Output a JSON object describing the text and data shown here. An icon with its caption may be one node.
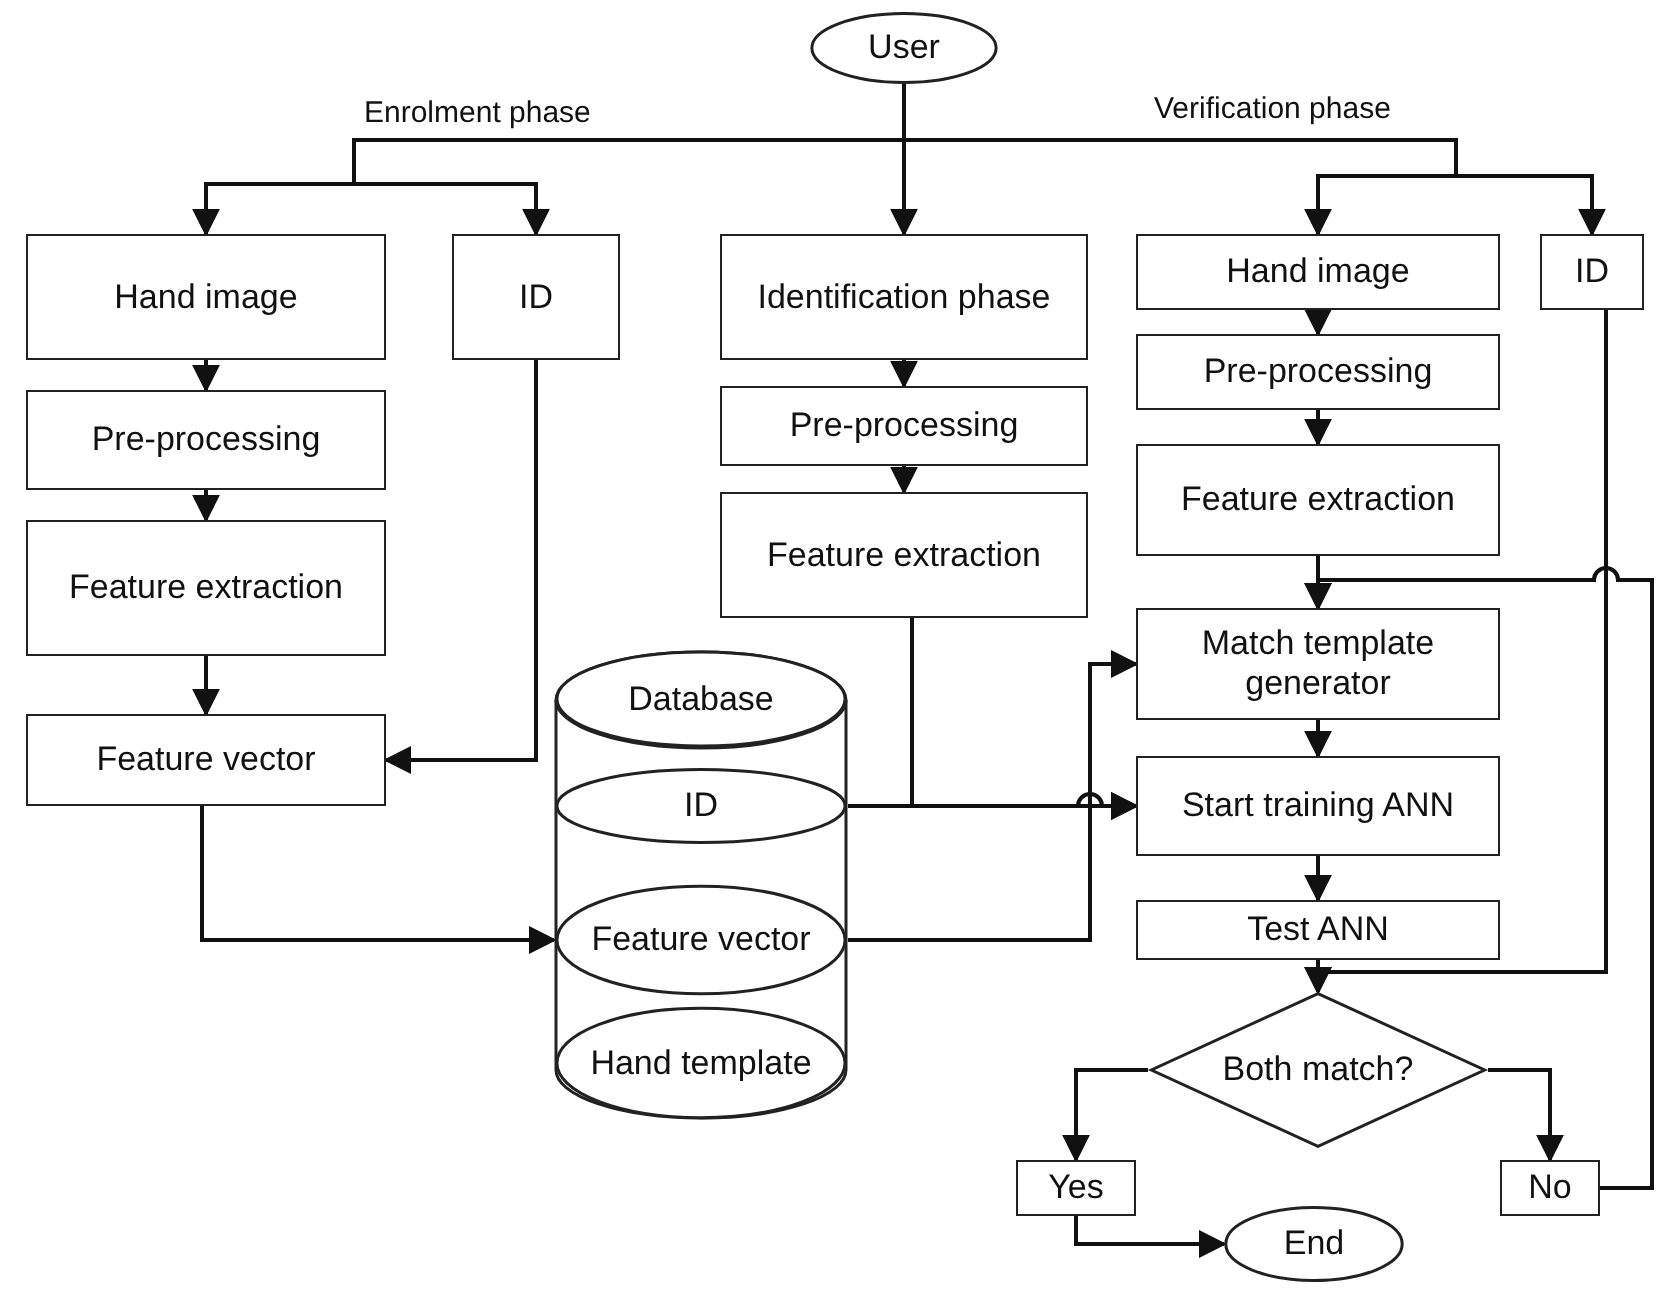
{
  "diagram": {
    "nodes": [
      {
        "text": [
          "User"
        ]
      },
      {
        "text": [
          "Hand image"
        ]
      },
      {
        "text": [
          "ID"
        ]
      },
      {
        "text": [
          "Pre-processing"
        ]
      },
      {
        "text": [
          "Feature extraction"
        ]
      },
      {
        "text": [
          "Feature vector"
        ]
      },
      {
        "text": [
          "Identification phase"
        ]
      },
      {
        "text": [
          "Pre-processing"
        ]
      },
      {
        "text": [
          "Feature extraction"
        ]
      },
      {
        "text": [],
        "shape": "cylinder"
      },
      {
        "text": [
          "Database"
        ]
      },
      {
        "text": [
          "ID"
        ],
        "in": 9
      },
      {
        "text": [
          "Feature vector"
        ],
        "in": 9
      },
      {
        "text": [
          "Hand template"
        ],
        "in": 9
      },
      {
        "text": [
          "Hand image"
        ]
      },
      {
        "text": [
          "ID"
        ]
      },
      {
        "text": [
          "Pre-processing"
        ]
      },
      {
        "text": [
          "Feature extraction"
        ]
      },
      {
        "text": [
          "Match template generator"
        ]
      },
      {
        "text": [
          "Start training ANN"
        ]
      },
      {
        "text": [
          "Test ANN"
        ]
      },
      {
        "text": [
          "Both match?"
        ]
      },
      {
        "text": [
          "Yes"
        ]
      },
      {
        "text": [
          "No"
        ]
      },
      {
        "text": [
          "End"
        ]
      }
    ],
    "edges": [
      {
        "from": 0,
        "to": 1,
        "arrow": "to",
        "label": "Enrolment phase"
      },
      {
        "from": 0,
        "to": 2,
        "arrow": "to"
      },
      {
        "from": 0,
        "to": 6,
        "arrow": "to"
      },
      {
        "from": 0,
        "to": 14,
        "arrow": "to",
        "label": "Verification phase"
      },
      {
        "from": 0,
        "to": 15,
        "arrow": "to"
      },
      {
        "from": 1,
        "to": 3,
        "arrow": "to"
      },
      {
        "from": 3,
        "to": 4,
        "arrow": "to"
      },
      {
        "from": 4,
        "to": 5,
        "arrow": "to"
      },
      {
        "from": 2,
        "to": 5,
        "arrow": "to"
      },
      {
        "from": 5,
        "to": 12,
        "arrow": "to"
      },
      {
        "from": 6,
        "to": 7,
        "arrow": "to"
      },
      {
        "from": 7,
        "to": 8,
        "arrow": "to"
      },
      {
        "from": 8,
        "to": 19,
        "arrow": "to"
      },
      {
        "from": 11,
        "to": 19,
        "arrow": "to"
      },
      {
        "from": 12,
        "to": 18,
        "arrow": "to"
      },
      {
        "from": 14,
        "to": 16,
        "arrow": "to"
      },
      {
        "from": 16,
        "to": 17,
        "arrow": "to"
      },
      {
        "from": 17,
        "to": 18,
        "arrow": "to"
      },
      {
        "from": 15,
        "to": 21,
        "arrow": "to"
      },
      {
        "from": 23,
        "to": 18,
        "arrow": "to"
      },
      {
        "from": 18,
        "to": 19,
        "arrow": "to"
      },
      {
        "from": 19,
        "to": 20,
        "arrow": "to"
      },
      {
        "from": 20,
        "to": 21,
        "arrow": "to"
      },
      {
        "from": 21,
        "to": 22,
        "arrow": "to"
      },
      {
        "from": 21,
        "to": 23,
        "arrow": "to"
      },
      {
        "from": 22,
        "to": 24,
        "arrow": "to"
      }
    ]
  }
}
